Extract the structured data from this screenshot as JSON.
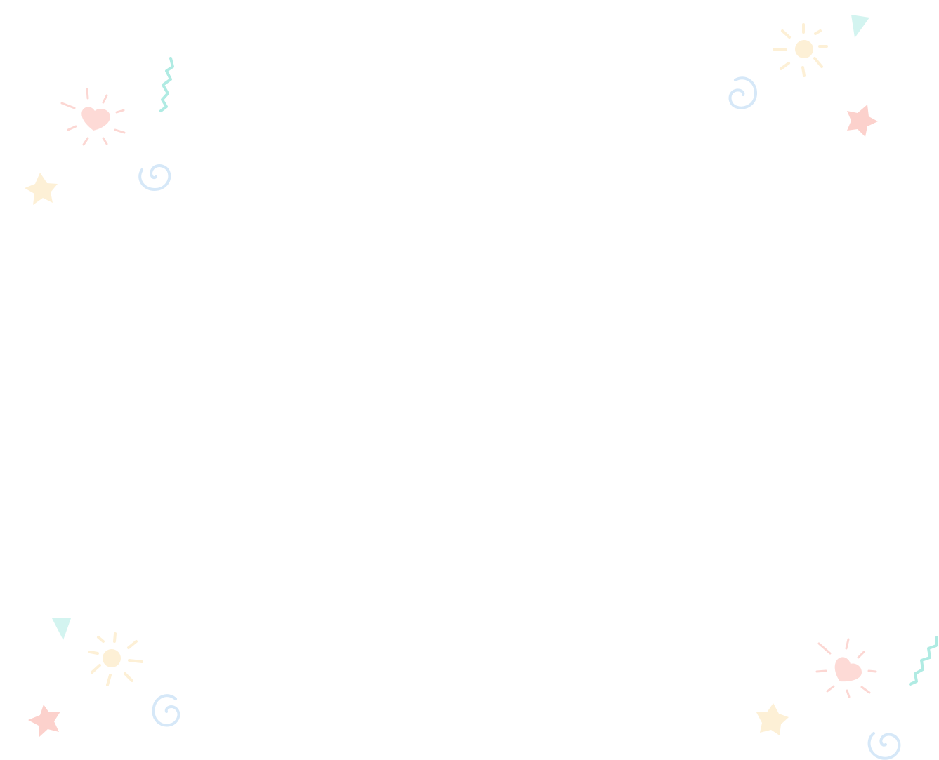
{
  "palette": {
    "background": "#ffffff",
    "pink_heart": "#fddad6",
    "pink_ray": "#fcd7d3",
    "pink_star": "#fcd1cc",
    "yellow": "#fdf0d6",
    "teal_triangle": "#d3f4f0",
    "teal_zigzag": "#b0ebe3",
    "blue_swirl": "#d6e8f8"
  },
  "decorations": [
    {
      "name": "heart-burst-icon",
      "color_key": "pink_heart"
    },
    {
      "name": "zigzag-icon",
      "color_key": "teal_zigzag"
    },
    {
      "name": "swirl-icon",
      "color_key": "blue_swirl"
    },
    {
      "name": "star-icon",
      "color_key": "yellow"
    },
    {
      "name": "sun-icon",
      "color_key": "yellow"
    },
    {
      "name": "triangle-icon",
      "color_key": "teal_triangle"
    }
  ]
}
